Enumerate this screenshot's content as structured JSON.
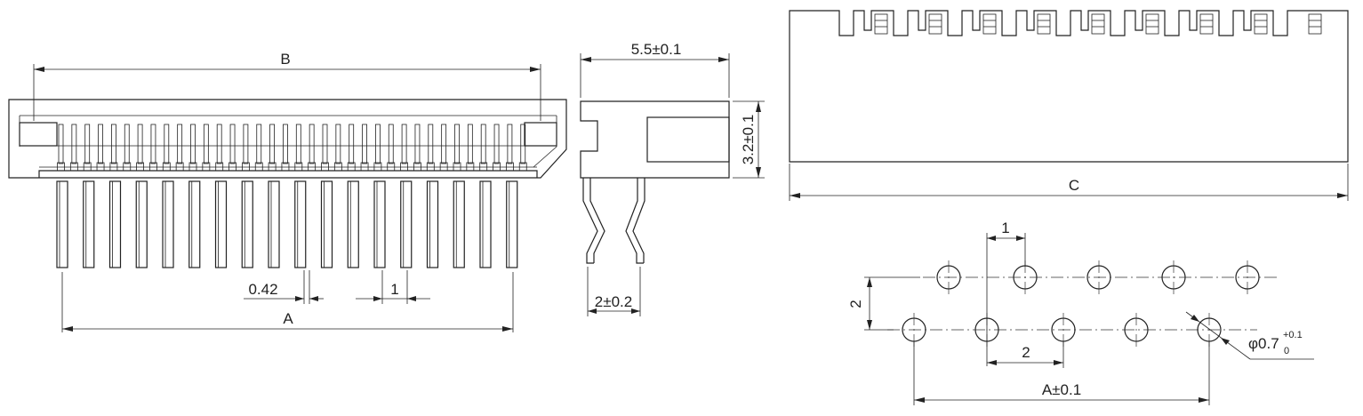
{
  "front_view": {
    "dim_b": "B",
    "dim_a": "A",
    "dim_pin_width": "0.42",
    "dim_pin_pitch": "1"
  },
  "side_view": {
    "dim_depth": "5.5±0.1",
    "dim_height": "3.2±0.1",
    "dim_lead_spacing": "2±0.2"
  },
  "top_view": {
    "dim_c": "C"
  },
  "pcb_layout": {
    "dim_pitch_small": "1",
    "dim_row_spacing": "2",
    "dim_pitch_large": "2",
    "dim_span": "A±0.1",
    "hole_diameter": "φ0.7",
    "hole_tolerance_upper": "+0.1",
    "hole_tolerance_lower": "0"
  }
}
